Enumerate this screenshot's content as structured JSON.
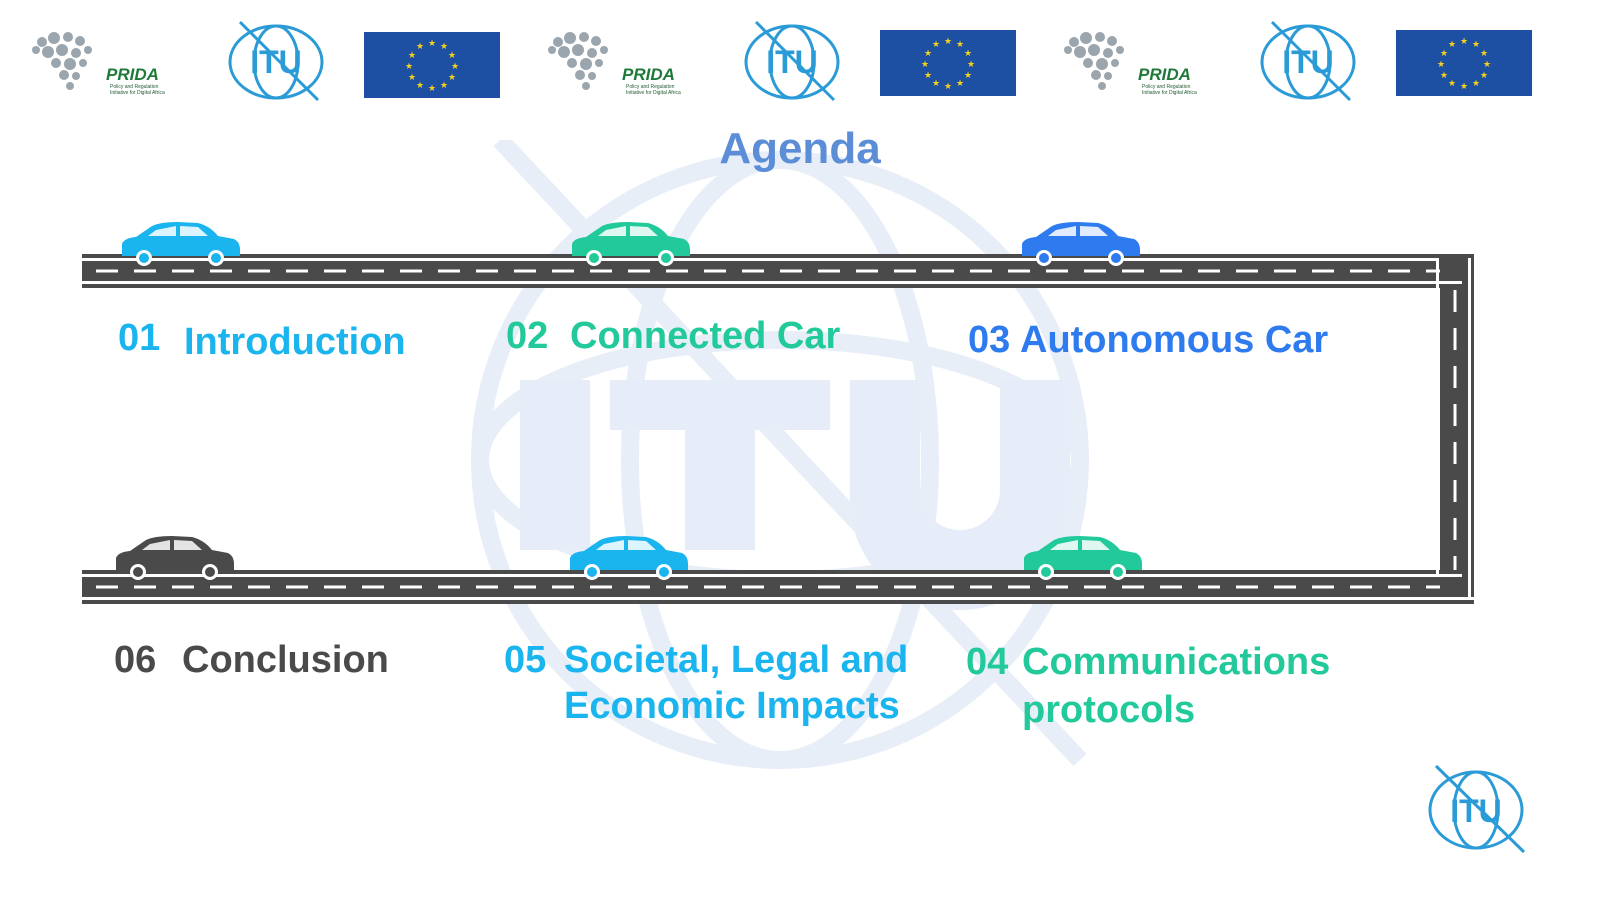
{
  "header": {
    "logos": [
      {
        "name": "PRIDA",
        "subtitle_line1": "Policy and Regulation",
        "subtitle_line2": "Initiative for Digital Africa"
      },
      {
        "name": "ITU"
      },
      {
        "name": "EU flag"
      }
    ]
  },
  "title": "Agenda",
  "colors": {
    "title": "#5b8ed6",
    "cyan": "#1ab4ef",
    "green": "#22c99a",
    "blue": "#2e7bf0",
    "gray": "#4a4a4a",
    "road": "#4a4a4a",
    "eu_blue": "#1d4fa3",
    "eu_star": "#f6d21a"
  },
  "agenda": [
    {
      "number": "01",
      "label": "Introduction",
      "color": "#1ab4ef"
    },
    {
      "number": "02",
      "label": "Connected Car",
      "color": "#22c99a"
    },
    {
      "number": "03",
      "label": "Autonomous Car",
      "color": "#2e7bf0"
    },
    {
      "number": "04",
      "label_line1": "Communications",
      "label_line2": "protocols",
      "color": "#22c99a"
    },
    {
      "number": "05",
      "label_line1": "Societal, Legal and",
      "label_line2": "Economic Impacts",
      "color": "#1ab4ef"
    },
    {
      "number": "06",
      "label": "Conclusion",
      "color": "#4a4a4a"
    }
  ],
  "footer_logo": "ITU"
}
